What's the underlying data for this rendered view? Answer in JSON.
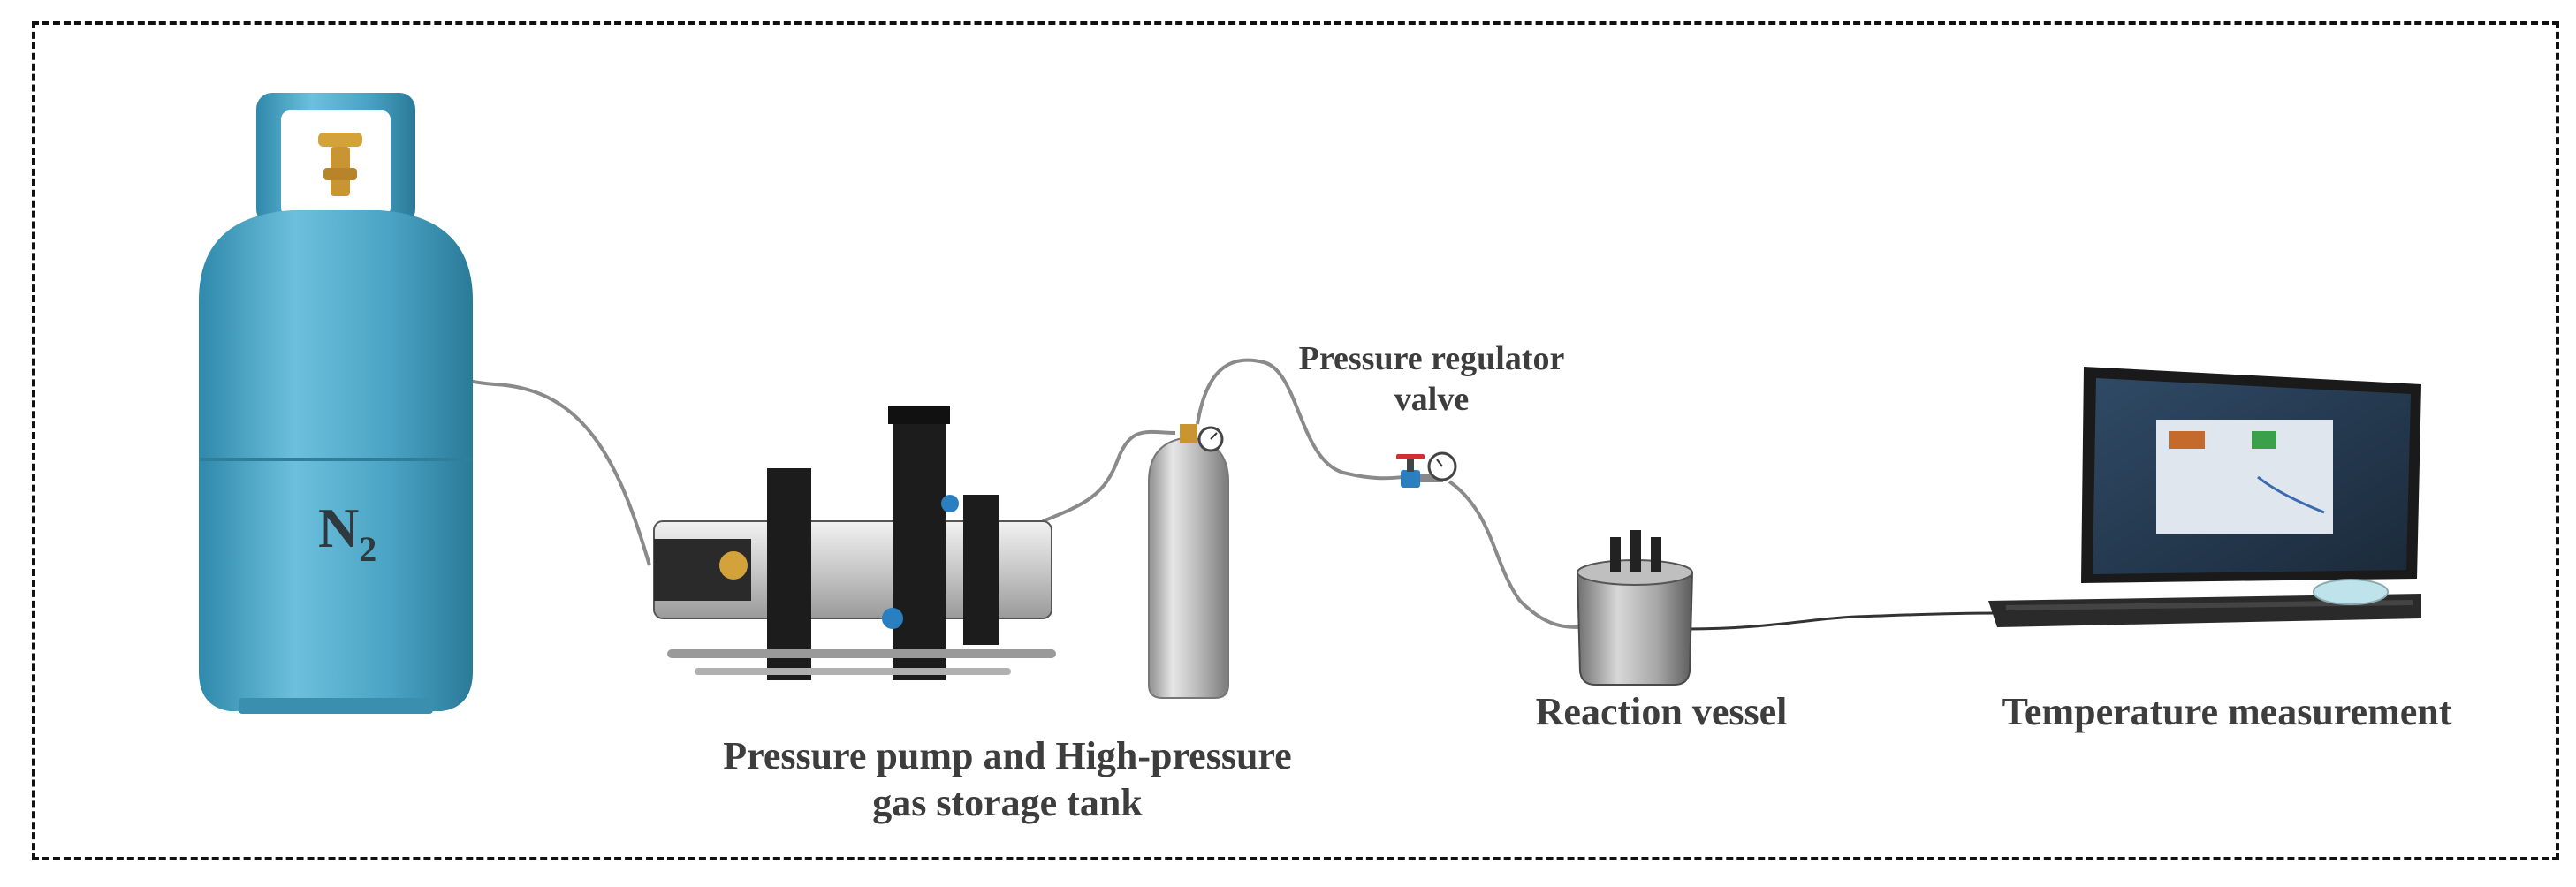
{
  "labels": {
    "n2_main": "N",
    "n2_sub": "2",
    "pump_line1": "Pressure pump and High-pressure",
    "pump_line2": "gas storage tank",
    "regulator_line1": "Pressure regulator",
    "regulator_line2": "valve",
    "vessel": "Reaction vessel",
    "temperature": "Temperature measurement"
  },
  "colors": {
    "cylinder": "#4aa3c4",
    "brass_valve": "#d4a23a",
    "pump_frame": "#1c1c1c",
    "steel": "#c9c9c9",
    "tubing": "#8a8a8a",
    "valve_blue": "#2a7fc0",
    "valve_red": "#d03030"
  }
}
